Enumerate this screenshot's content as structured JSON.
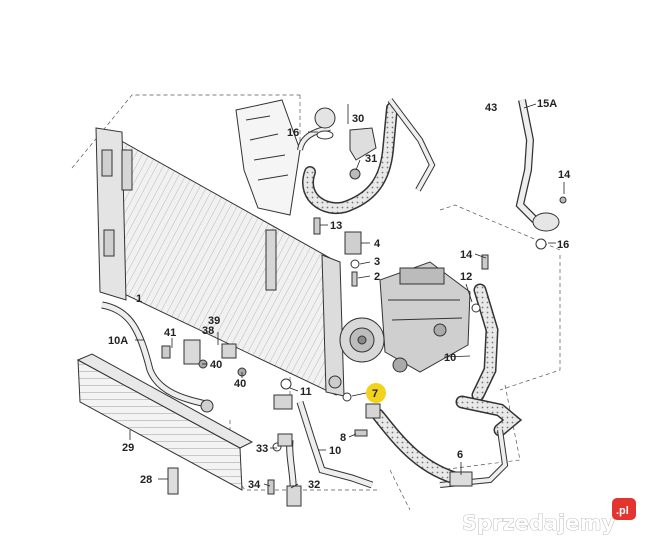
{
  "callouts": {
    "c43": "43",
    "c15a": "15A",
    "c30": "30",
    "c16a": "16",
    "c31": "31",
    "c14a": "14",
    "c16b": "16",
    "c13": "13",
    "c4": "4",
    "c3": "3",
    "c2": "2",
    "c14b": "14",
    "c12": "12",
    "c1": "1",
    "c39": "39",
    "c41": "41",
    "c38": "38",
    "c10a": "10A",
    "c40a": "40",
    "c40b": "40",
    "c10b": "10",
    "c11": "11",
    "c7": "7",
    "c8": "8",
    "c33": "33",
    "c10c": "10",
    "c6": "6",
    "c29": "29",
    "c28": "28",
    "c34": "34",
    "c32": "32"
  },
  "watermark": {
    "text": "Sprzedajemy",
    "suffix": ".pl"
  },
  "highlight_color": "#f2d21b",
  "line_color": "#333333"
}
